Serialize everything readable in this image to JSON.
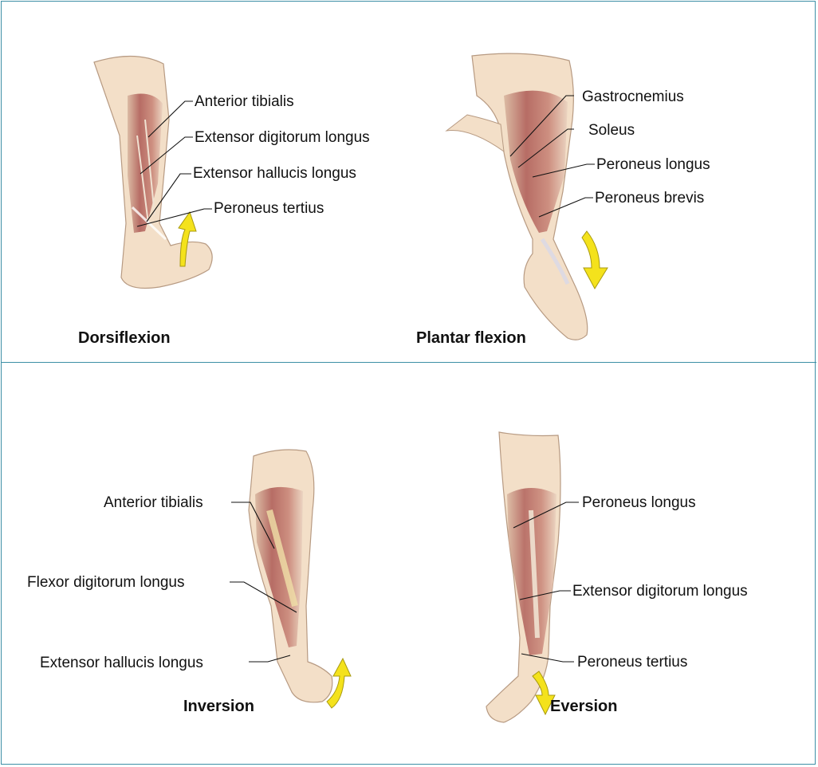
{
  "colors": {
    "border": "#3d8fa6",
    "muscle": "#b0605a",
    "skin": "#f3dfc8",
    "arrow": "#f4e21c"
  },
  "panels": {
    "dorsiflexion": {
      "caption": "Dorsiflexion",
      "labels": [
        "Anterior tibialis",
        "Extensor digitorum longus",
        "Extensor hallucis longus",
        "Peroneus tertius"
      ]
    },
    "plantar_flexion": {
      "caption": "Plantar flexion",
      "labels": [
        "Gastrocnemius",
        "Soleus",
        "Peroneus longus",
        "Peroneus brevis"
      ]
    },
    "inversion": {
      "caption": "Inversion",
      "labels": [
        "Anterior tibialis",
        "Flexor digitorum longus",
        "Extensor hallucis longus"
      ]
    },
    "eversion": {
      "caption": "Eversion",
      "labels": [
        "Peroneus longus",
        "Extensor digitorum longus",
        "Peroneus tertius"
      ]
    }
  }
}
